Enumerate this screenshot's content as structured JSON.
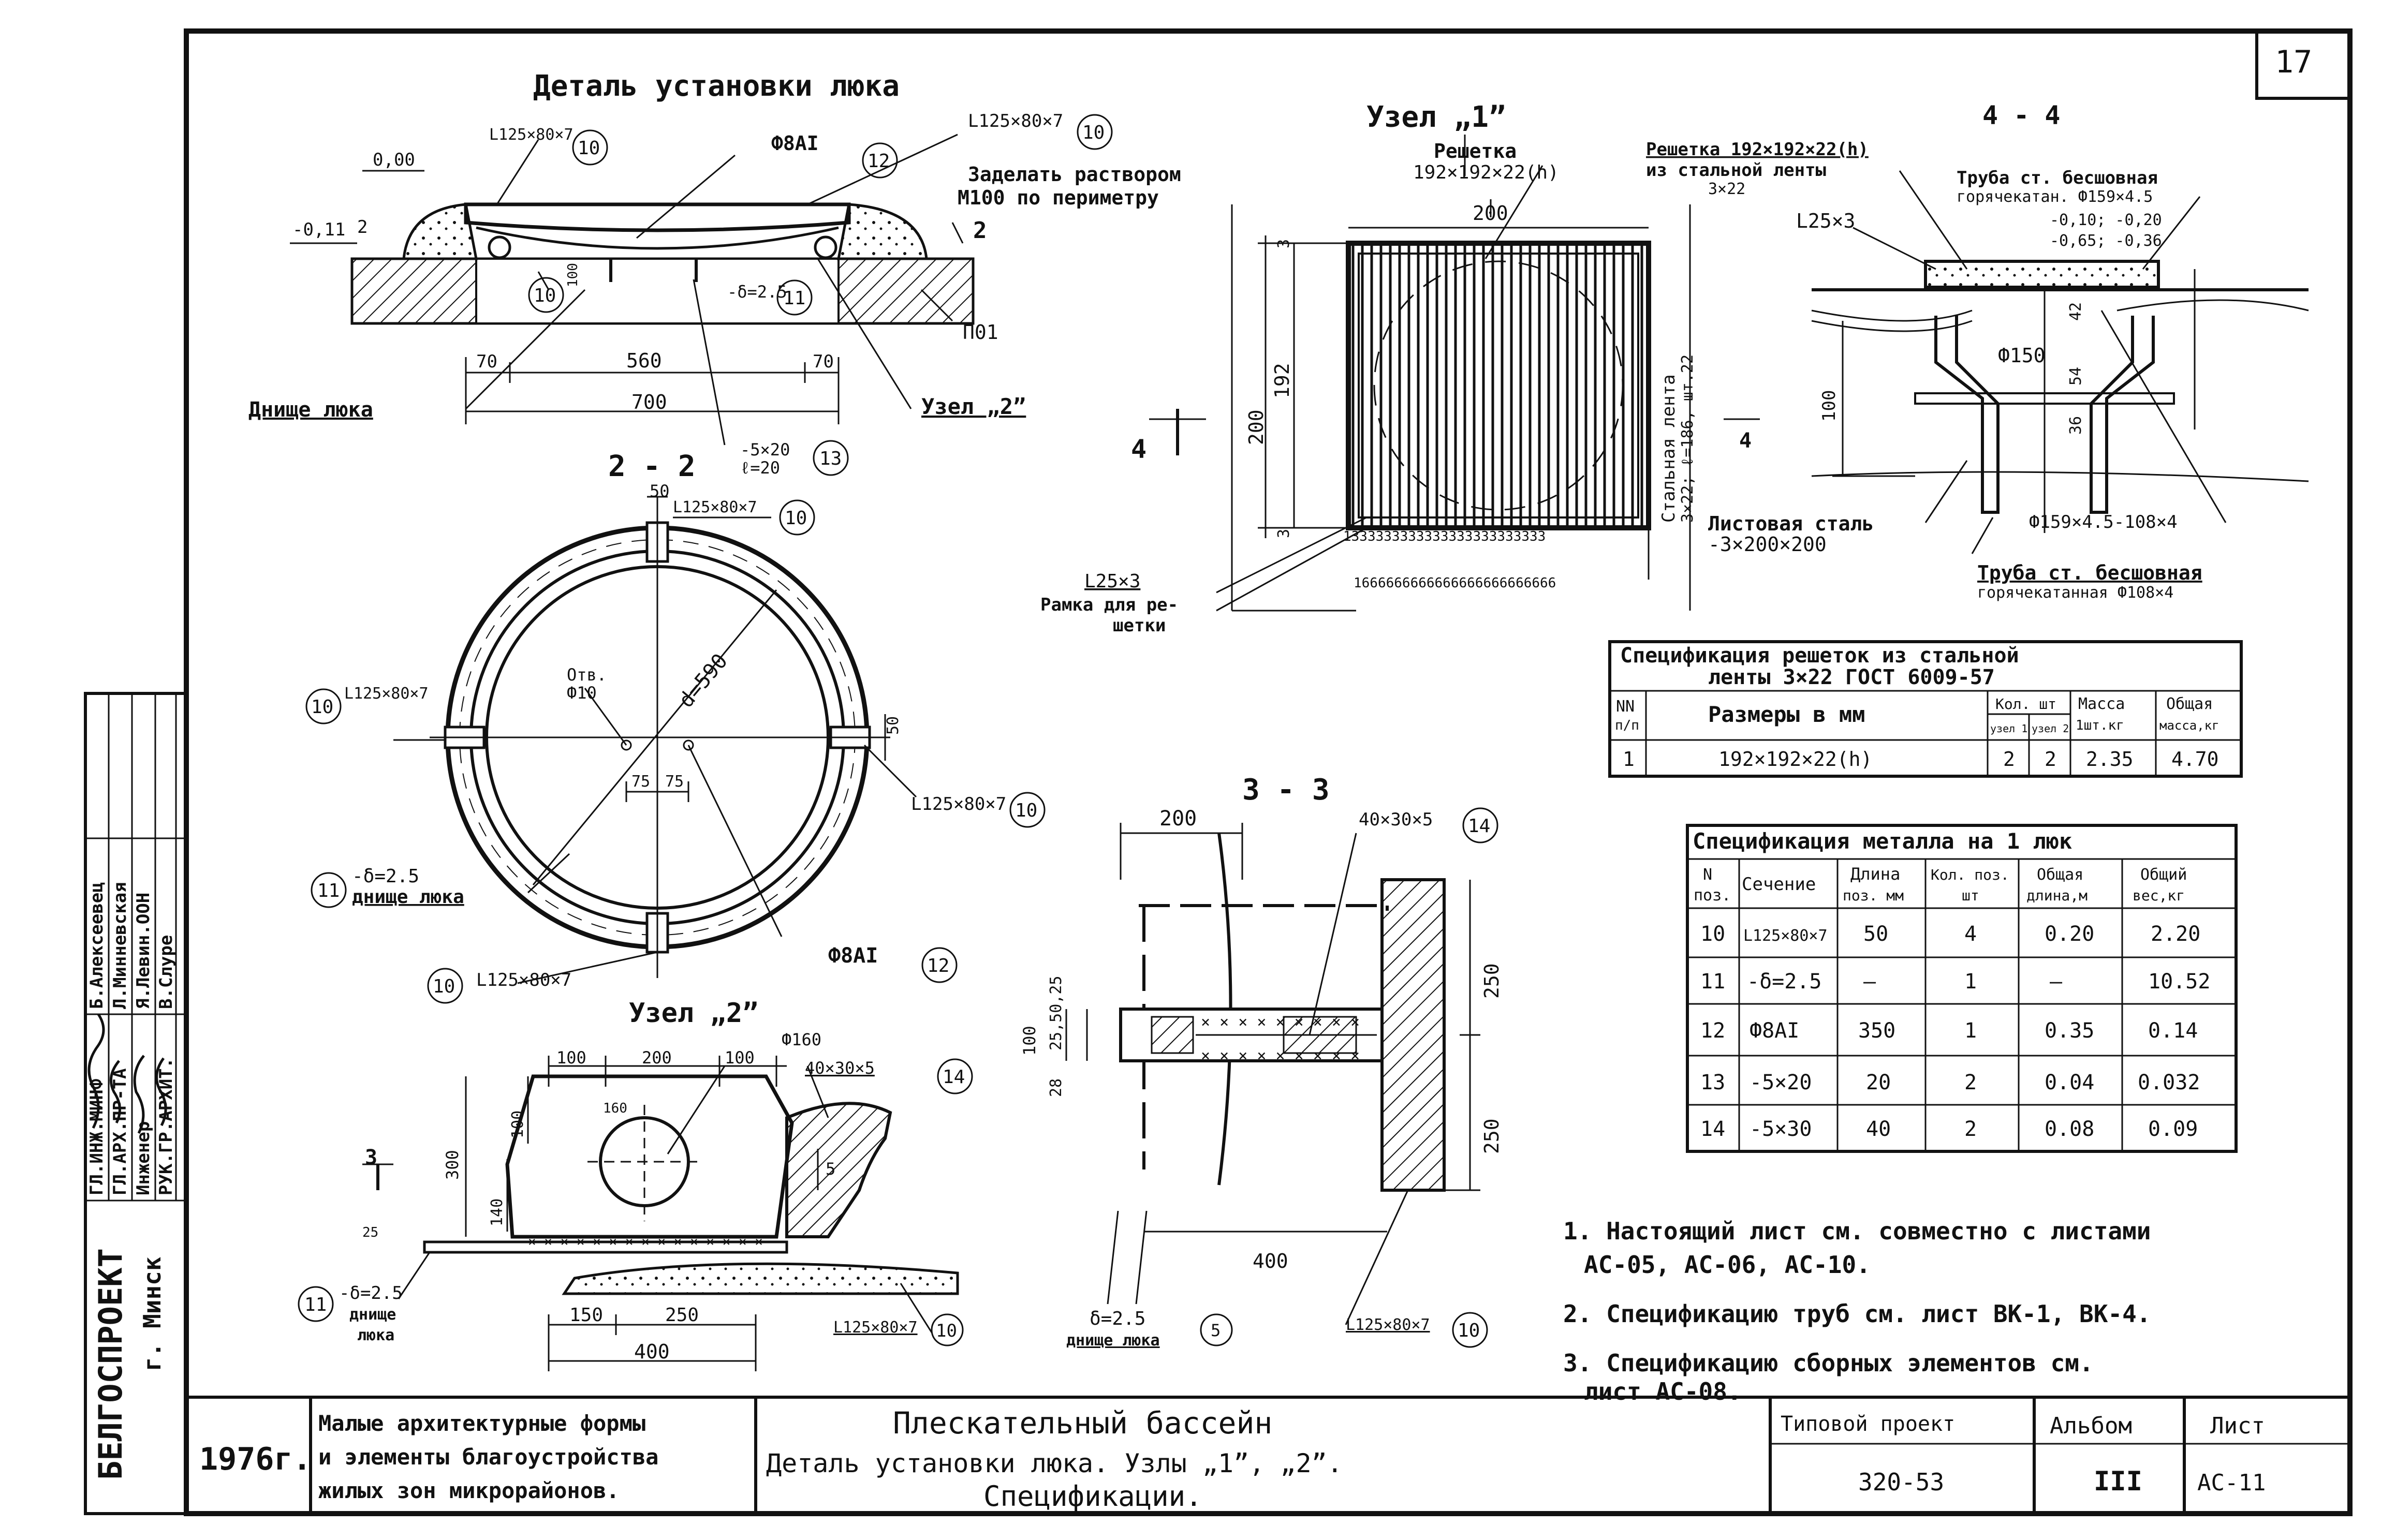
{
  "sheet": {
    "corner_page_no": "17",
    "organization": "БЕЛГОСПРОЕКТ",
    "city": "г. Минск",
    "side_stamp": [
      {
        "role": "ГЛ.ИНЖ.МИНФ",
        "name": "Б.Алексеевец"
      },
      {
        "role": "ГЛ.АРХ.ПР-ТА",
        "name": "Л.Минневская"
      },
      {
        "role": "Инженер",
        "name": "Я.Левин.ООН"
      },
      {
        "role": "РУК.ГР.АРХИТ.",
        "name": "В.Слуре"
      }
    ]
  },
  "detail_hatch": {
    "title": "Деталь установки люка",
    "labels": {
      "angle_left": "L125×80×7",
      "angle_right": "L125×80×7",
      "rod": "Ф8АI",
      "mortar_line1": "Заделать раствором",
      "mortar_line2": "М100 по периметру",
      "lvl_zero": "0,00",
      "lvl_neg": "-0,11",
      "dim_2": "2",
      "dim_2b": "2",
      "plate": "-δ=2.5",
      "strip": "-5×20",
      "strip2": "ℓ=20",
      "block": "П01",
      "bottom": "Днище люка",
      "node2": "Узел „2”",
      "d70a": "70",
      "d560": "560",
      "d70b": "70",
      "d700": "700",
      "dim_100": "100"
    },
    "callouts": [
      "10",
      "12",
      "10",
      "10",
      "11",
      "13"
    ]
  },
  "section_22": {
    "title": "2 - 2",
    "labels": {
      "d50": "50",
      "angle_top": "L125×80×7",
      "angle_left": "L125×80×7",
      "angle_right": "L125×80×7",
      "angle_bottom": "L125×80×7",
      "hole1": "Отв.",
      "hole2": "Ф10",
      "diam": "d=590",
      "d75a": "75",
      "d75b": "75",
      "d50r": "50",
      "plate": "-δ=2.5",
      "bottom": "днище люка",
      "rod": "Ф8АI"
    },
    "callouts": [
      "10",
      "10",
      "10",
      "11",
      "10",
      "12"
    ]
  },
  "node1": {
    "title": "Узел „1”",
    "labels": {
      "grate1": "Решетка",
      "grate2": "192×192×22(h)",
      "d200": "200",
      "d200v": "200",
      "d192": "192",
      "d3t": "3",
      "d3b": "3",
      "strip_v": "Стальная лента",
      "strip_v2": "3×22; ℓ=186, шт.22",
      "tick_a": "1333333333333333333333333",
      "tick_b": "1666666666666666666666666",
      "frame1": "L25×3",
      "frame2": "Рамка для ре-",
      "frame3": "шетки",
      "cut4": "4",
      "cut4b": "4"
    }
  },
  "section_44": {
    "title": "4 - 4",
    "labels": {
      "grate1": "Решетка 192×192×22(h)",
      "grate2": "из стальной ленты",
      "grate3": "3×22",
      "pipe1": "Труба ст. бесшовная",
      "pipe2": "горячекатан. Ф159×4.5",
      "lvl1": "-0,10; -0,20",
      "lvl2": "-0,65; -0,36",
      "angle": "L25×3",
      "d150": "Ф150",
      "d42": "42",
      "d54": "54",
      "d36": "36",
      "d100": "100",
      "sheet1": "Листовая сталь",
      "sheet2": "-3×200×200",
      "pipe_len": "Ф159×4.5-108×4",
      "pipe3": "Труба ст. бесшовная",
      "pipe4": "горячекатанная Ф108×4"
    }
  },
  "spec_grates": {
    "title1": "Спецификация решеток из стальной",
    "title2": "ленты 3×22 ГОСТ 6009-57",
    "head_nn": "NN",
    "head_nn2": "п/п",
    "head_size": "Размеры в мм",
    "head_qty": "Кол. шт",
    "head_qty_a": "узел 1",
    "head_qty_b": "узел 2",
    "head_mass": "Масса",
    "head_mass2": "1шт.кг",
    "head_total": "Общая",
    "head_total2": "масса,кг",
    "row": {
      "n": "1",
      "size": "192×192×22(h)",
      "q1": "2",
      "q2": "2",
      "mass": "2.35",
      "total": "4.70"
    }
  },
  "spec_metal": {
    "title": "Спецификация металла на 1 люк",
    "headers": [
      [
        "N",
        "поз."
      ],
      [
        "Сечение",
        ""
      ],
      [
        "Длина",
        "поз. мм"
      ],
      [
        "Кол. поз.",
        "шт"
      ],
      [
        "Общая",
        "длина,м"
      ],
      [
        "Общий",
        "вес,кг"
      ]
    ],
    "rows": [
      [
        "10",
        "L125×80×7",
        "50",
        "4",
        "0.20",
        "2.20"
      ],
      [
        "11",
        "-δ=2.5",
        "—",
        "1",
        "—",
        "10.52"
      ],
      [
        "12",
        "Ф8АI",
        "350",
        "1",
        "0.35",
        "0.14"
      ],
      [
        "13",
        "-5×20",
        "20",
        "2",
        "0.04",
        "0.032"
      ],
      [
        "14",
        "-5×30",
        "40",
        "2",
        "0.08",
        "0.09"
      ]
    ]
  },
  "section_33": {
    "title": "3 - 3",
    "labels": {
      "d200": "200",
      "angle": "40×30×5",
      "d250a": "250",
      "d250b": "250",
      "d100": "100",
      "d2550": "25,50,25",
      "d28": "28",
      "d400": "400",
      "plate": "δ=2.5",
      "bottom": "днище люка",
      "angle2": "L125×80×7"
    },
    "callouts": [
      "14",
      "5",
      "10"
    ]
  },
  "node2": {
    "title": "Узел „2”",
    "labels": {
      "d100a": "100",
      "d200": "200",
      "d100b": "100",
      "d160": "Ф160",
      "d160b": "160",
      "angle": "40×30×5",
      "d100v": "100",
      "d300": "300",
      "d140": "140",
      "cut3": "3",
      "d5": "5",
      "d25": "25",
      "plate": "-δ=2.5",
      "bottom1": "днище",
      "bottom2": "люка",
      "d150": "150",
      "d250": "250",
      "d400": "400",
      "angle2": "L125×80×7"
    },
    "callouts": [
      "14",
      "11",
      "10"
    ]
  },
  "notes": [
    "1. Настоящий лист см. совместно с листами",
    "АС-05, АС-06, АС-10.",
    "2. Спецификацию труб см. лист ВК-1, ВК-4.",
    "3. Спецификацию сборных элементов см.",
    "лист АС-08."
  ],
  "title_block": {
    "year": "1976г.",
    "series1": "Малые архитектурные формы",
    "series2": "и элементы благоустройства",
    "series3": "жилых зон микрорайонов.",
    "sheet_title1": "Плескательный бассейн",
    "sheet_title2": "Деталь установки люка. Узлы „1”, „2”.",
    "sheet_title3": "Спецификации.",
    "project_label": "Типовой проект",
    "project_no": "320-53",
    "album_label": "Альбом",
    "album_no": "III",
    "sheet_label": "Лист",
    "sheet_no": "АС-11"
  }
}
